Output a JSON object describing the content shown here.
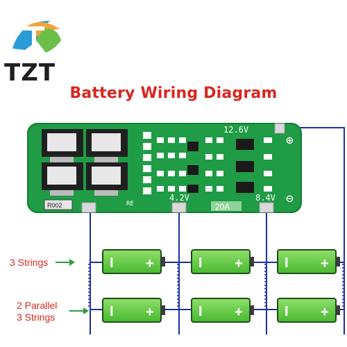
{
  "brand": {
    "name": "TZT"
  },
  "diagram": {
    "title": "Battery Wiring Diagram",
    "board": {
      "model": "20A",
      "labels": {
        "v126": "12.6V",
        "v42": "4.2V",
        "v84": "8.4V",
        "plus": "⊕",
        "minus": "⊖",
        "resistor": "R002",
        "re": "RE"
      }
    },
    "rows": [
      {
        "label": "3 Strings"
      },
      {
        "label": "2 Parallel\n3 Strings"
      }
    ],
    "cell": {
      "neg": "I",
      "pos": "+"
    }
  },
  "colors": {
    "title": "#d7271f",
    "wire": "#1a2fa8",
    "pcb": "#1f9c45",
    "cell": "#6ed14b",
    "arrow": "#2e9c3a"
  }
}
